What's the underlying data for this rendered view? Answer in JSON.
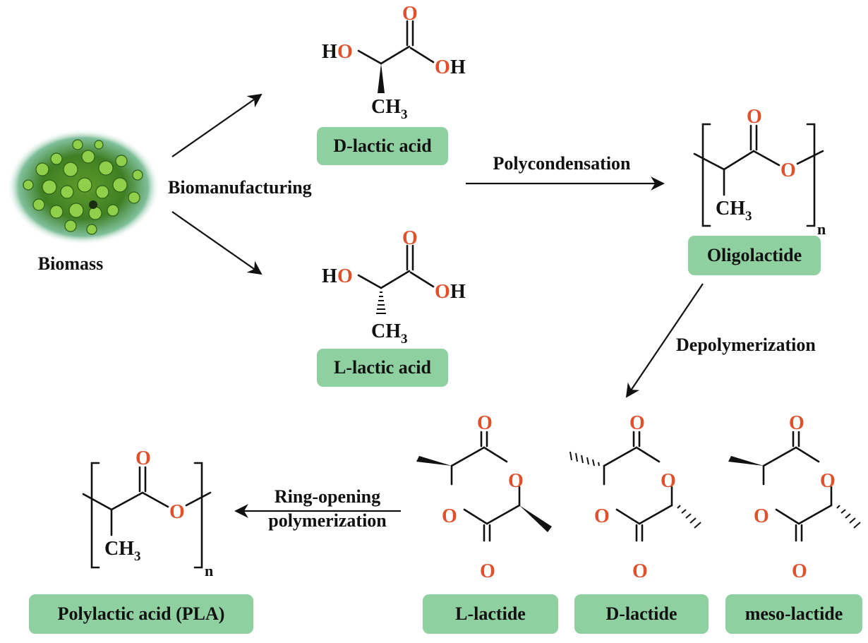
{
  "labels": {
    "biomass": "Biomass",
    "biomanufacturing": "Biomanufacturing",
    "d_lactic_acid": "D-lactic acid",
    "l_lactic_acid": "L-lactic acid",
    "polycondensation": "Polycondensation",
    "oligolactide": "Oligolactide",
    "depolymerization": "Depolymerization",
    "ring_opening_1": "Ring-opening",
    "ring_opening_2": "polymerization",
    "l_lactide": "L-lactide",
    "d_lactide": "D-lactide",
    "meso_lactide": "meso-lactide",
    "pla": "Polylactic acid (PLA)"
  },
  "atoms": {
    "oxygen": "O",
    "hydroxyl_h": "H",
    "methyl_c": "CH",
    "methyl_sub": "3",
    "repeat_n": "n"
  },
  "colors": {
    "label_box": "#8fd0a0",
    "oxygen": "#e0512b",
    "bond": "#111111"
  }
}
